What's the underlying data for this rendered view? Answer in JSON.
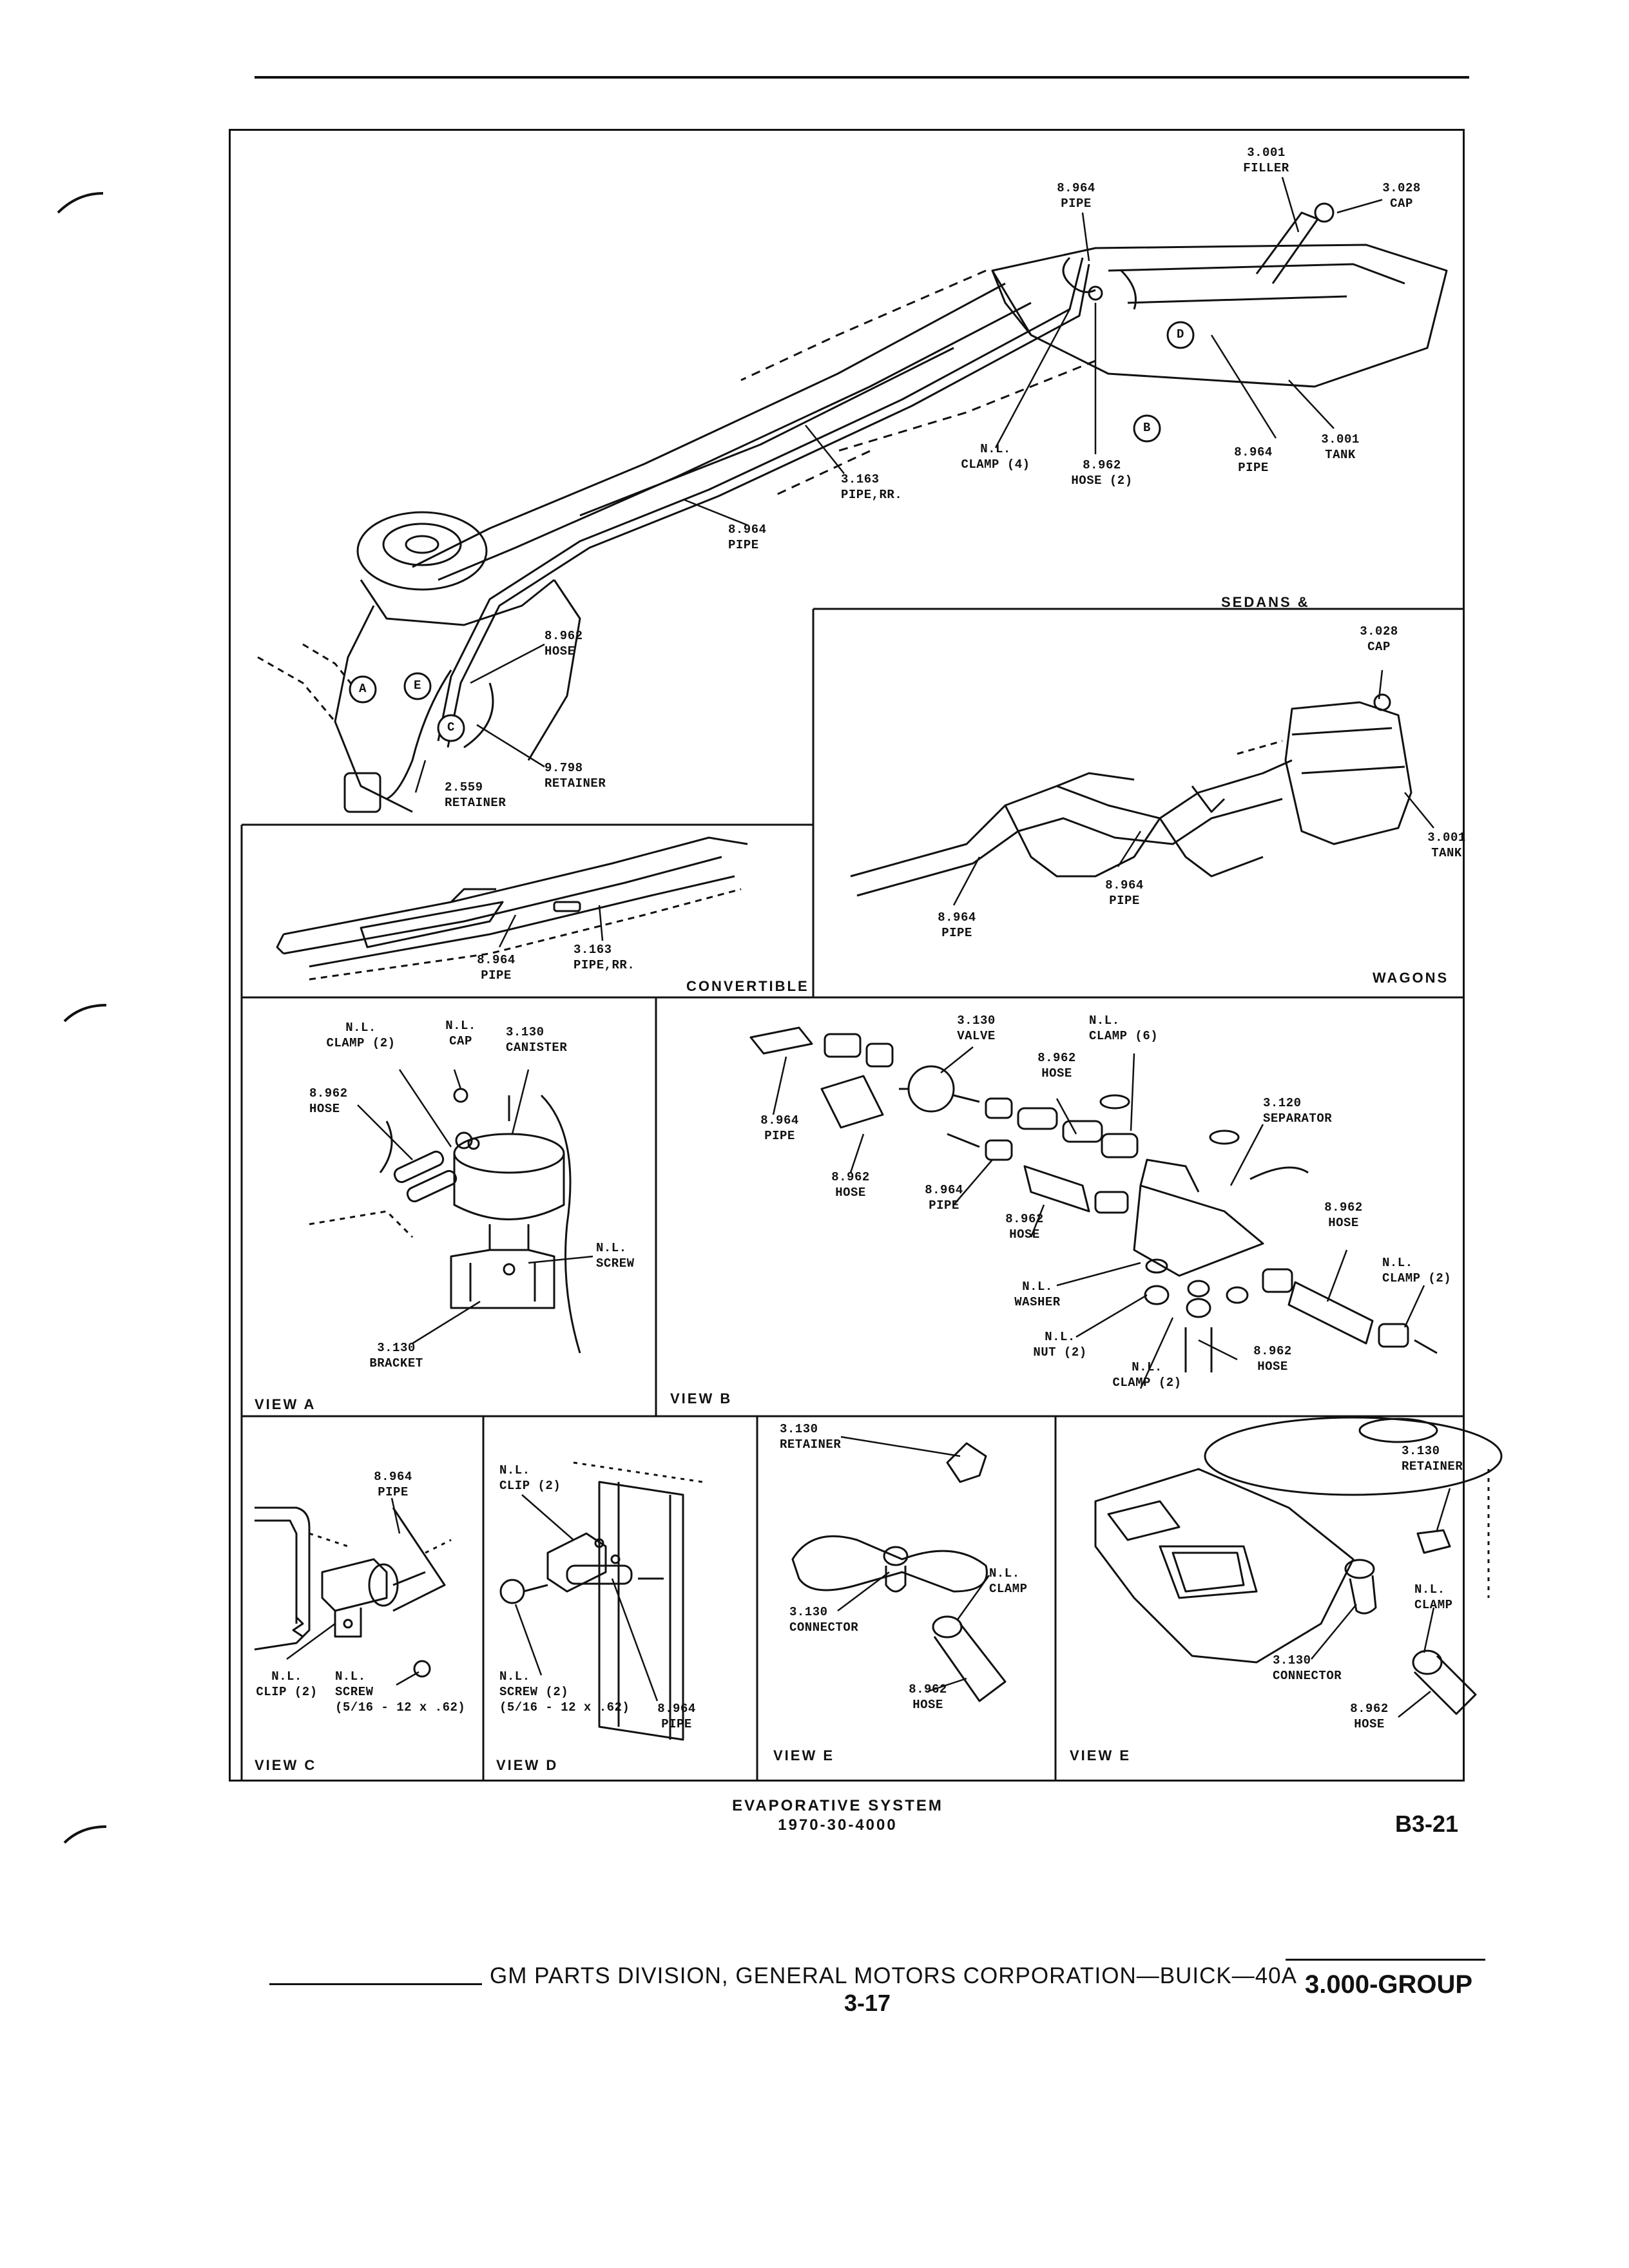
{
  "top_panel": {
    "labels": {
      "pipe_top": "8.964\nPIPE",
      "filler": "3.001\nFILLER",
      "cap": "3.028\nCAP",
      "clamp4": "N.L.\nCLAMP (4)",
      "hose2": "8.962\nHOSE (2)",
      "pipe_right": "8.964\nPIPE",
      "tank": "3.001\nTANK",
      "pipe_rr": "3.163\nPIPE,RR.",
      "pipe_mid": "8.964\nPIPE",
      "hose_left": "8.962\nHOSE",
      "retainer_9798": "9.798\nRETAINER",
      "retainer_2559": "2.559\nRETAINER"
    },
    "view_markers": [
      "A",
      "B",
      "C",
      "D",
      "E"
    ],
    "caption": "SEDANS &"
  },
  "wagons_panel": {
    "labels": {
      "cap": "3.028\nCAP",
      "tank": "3.001\nTANK",
      "pipe_center": "8.964\nPIPE",
      "pipe_left": "8.964\nPIPE"
    },
    "caption": "WAGONS"
  },
  "convertible_panel": {
    "labels": {
      "pipe": "8.964\nPIPE",
      "pipe_rr": "3.163\nPIPE,RR."
    },
    "caption": "CONVERTIBLE"
  },
  "view_a": {
    "labels": {
      "clamp2": "N.L.\nCLAMP (2)",
      "cap": "N.L.\nCAP",
      "canister": "3.130\nCANISTER",
      "hose": "8.962\nHOSE",
      "screw": "N.L.\nSCREW",
      "bracket": "3.130\nBRACKET"
    },
    "caption": "VIEW A"
  },
  "view_b": {
    "labels": {
      "valve": "3.130\nVALVE",
      "clamp6": "N.L.\nCLAMP (6)",
      "hose_top": "8.962\nHOSE",
      "pipe_left": "8.964\nPIPE",
      "hose_left": "8.962\nHOSE",
      "separator": "3.120\nSEPARATOR",
      "pipe_mid": "8.964\nPIPE",
      "hose_mid": "8.962\nHOSE",
      "hose_right": "8.962\nHOSE",
      "clamp2_right": "N.L.\nCLAMP (2)",
      "washer": "N.L.\nWASHER",
      "nut2": "N.L.\nNUT (2)",
      "clamp2_bottom": "N.L.\nCLAMP (2)",
      "hose_bottom": "8.962\nHOSE"
    },
    "caption": "VIEW B"
  },
  "view_c": {
    "labels": {
      "pipe": "8.964\nPIPE",
      "clip2": "N.L.\nCLIP (2)",
      "screw": "N.L.\nSCREW\n(5/16 - 12 x .62)"
    },
    "caption": "VIEW C"
  },
  "view_d": {
    "labels": {
      "clip2": "N.L.\nCLIP (2)",
      "screw2": "N.L.\nSCREW (2)\n(5/16 - 12 x .62)",
      "pipe": "8.964\nPIPE"
    },
    "caption": "VIEW D"
  },
  "view_e1": {
    "labels": {
      "retainer": "3.130\nRETAINER",
      "clamp": "N.L.\nCLAMP",
      "connector": "3.130\nCONNECTOR",
      "hose": "8.962\nHOSE"
    },
    "caption": "VIEW E"
  },
  "view_e2": {
    "labels": {
      "retainer": "3.130\nRETAINER",
      "clamp": "N.L.\nCLAMP",
      "connector": "3.130\nCONNECTOR",
      "hose": "8.962\nHOSE"
    },
    "caption": "VIEW E"
  },
  "figure_caption": {
    "title": "EVAPORATIVE SYSTEM",
    "code": "1970-30-4000"
  },
  "page_ref": "B3-21",
  "footer": {
    "division": "GM PARTS DIVISION, GENERAL MOTORS CORPORATION—BUICK—40A",
    "page_number": "3-17",
    "group": "3.000-GROUP"
  }
}
